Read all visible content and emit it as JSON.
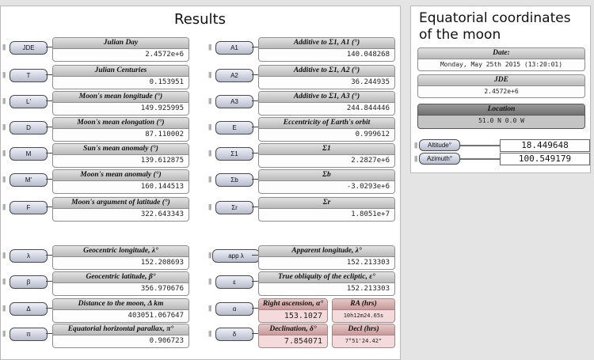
{
  "results": {
    "title": "Results",
    "left": [
      {
        "port": "JDE",
        "title": "Julian Day",
        "value": "2.4572e+6"
      },
      {
        "port": "T",
        "title": "Julian Centuries",
        "value": "0.153951"
      },
      {
        "port": "L'",
        "title": "Moon's mean longitude (°)",
        "value": "149.925995"
      },
      {
        "port": "D",
        "title": "Moon's mean elongation (°)",
        "value": "87.110002"
      },
      {
        "port": "M",
        "title": "Sun's mean anomaly (°)",
        "value": "139.612875"
      },
      {
        "port": "M'",
        "title": "Moon's mean anomaly (°)",
        "value": "160.144513"
      },
      {
        "port": "F",
        "title": "Moon's argument of latitude (°)",
        "value": "322.643343"
      },
      {
        "port": "λ",
        "title": "Geocentric longitude, λ°",
        "value": "152.208693"
      },
      {
        "port": "β",
        "title": "Geocentric latitude, β°",
        "value": "356.970676"
      },
      {
        "port": "Δ",
        "title": "Distance to the moon, Δ km",
        "value": "403051.067647"
      },
      {
        "port": "π",
        "title": "Equatorial horizontal parallax, π°",
        "value": "0.906723"
      }
    ],
    "right": [
      {
        "port": "A1",
        "title": "Additive to Σ1, A1 (°)",
        "value": "140.048268"
      },
      {
        "port": "A2",
        "title": "Additive to Σ1, A2 (°)",
        "value": "36.244935"
      },
      {
        "port": "A3",
        "title": "Additive to Σ1, A3 (°)",
        "value": "244.844446"
      },
      {
        "port": "E",
        "title": "Eccentricity of Earth's orbit",
        "value": "0.999612"
      },
      {
        "port": "Σ1",
        "title": "Σ1",
        "value": "2.2827e+6"
      },
      {
        "port": "Σb",
        "title": "Σb",
        "value": "-3.0293e+6"
      },
      {
        "port": "Σr",
        "title": "Σr",
        "value": "1.8051e+7"
      },
      {
        "port": "app λ",
        "title": "Apparent longitude, λ°",
        "value": "152.213303"
      },
      {
        "port": "ε",
        "title": "True obliquity of the ecliptic, ε°",
        "value": "152.213303"
      }
    ],
    "alpha": {
      "port": "α",
      "title": "Right ascension, α°",
      "value": "153.1027",
      "hrs_title": "RA (hrs)",
      "hrs_value": "10h12m24.65s"
    },
    "delta": {
      "port": "δ",
      "title": "Declination, δ°",
      "value": "7.854071",
      "hrs_title": "Decl (hrs)",
      "hrs_value": "7°51'24.42\""
    }
  },
  "equatorial": {
    "title_line1": "Equatorial coordinates",
    "title_line2": "of the moon",
    "date_title": "Date:",
    "date_value": "Monday, May 25th 2015 (13:20:01)",
    "jde_title": "JDE",
    "jde_value": "2.4572e+6",
    "location_title": "Location",
    "location_value": "51.0 N 0.0 W",
    "altitude_label": "Altitude°",
    "altitude_value": "18.449648",
    "azimuth_label": "Azimuth°",
    "azimuth_value": "100.549179"
  }
}
